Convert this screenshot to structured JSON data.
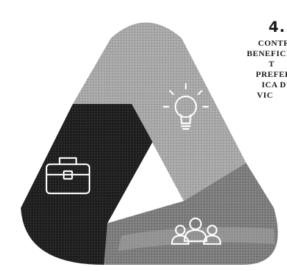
{
  "diagram": {
    "segments": [
      {
        "name": "top-right-segment",
        "color": "#a8a8a8",
        "icon": "lightbulb-icon"
      },
      {
        "name": "left-segment",
        "color": "#1f1f1f",
        "icon": "briefcase-icon"
      },
      {
        "name": "bottom-segment",
        "color": "#808080",
        "icon": "people-group-icon"
      }
    ],
    "text": {
      "heading": "4.",
      "lines": [
        "CONTR",
        "BENEFICI",
        "T",
        "PREFER",
        "ICA DU",
        "VIC"
      ]
    }
  }
}
